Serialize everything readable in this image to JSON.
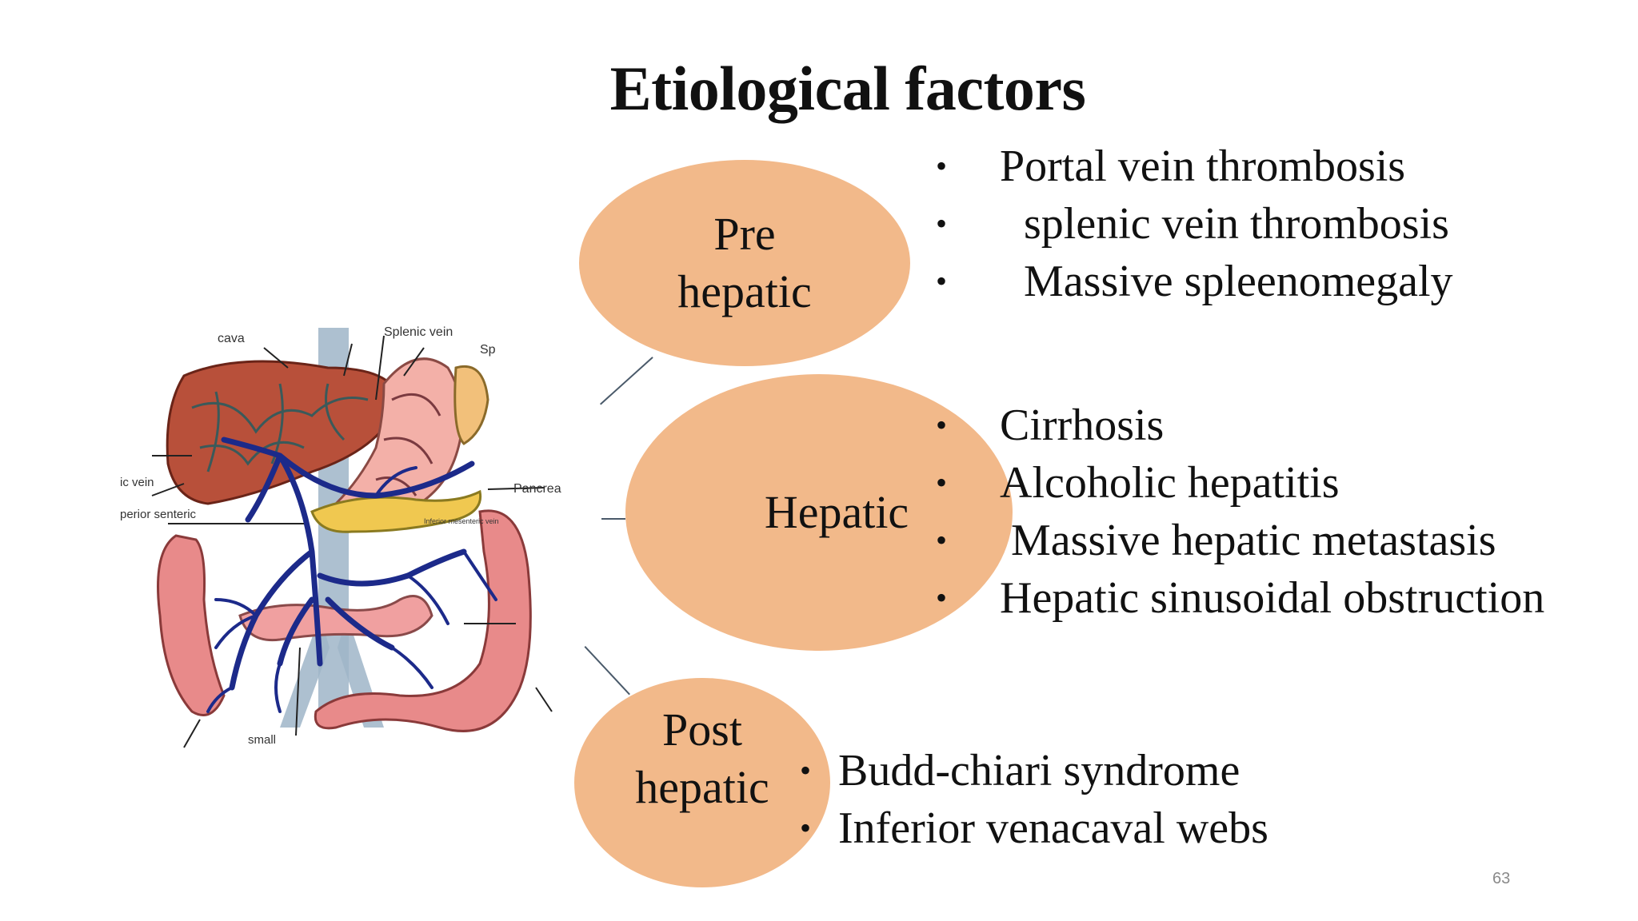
{
  "title": "Etiological factors",
  "categories": [
    {
      "id": "pre",
      "label": "Pre\nhepatic",
      "causes": [
        "Portal vein thrombosis",
        "splenic vein thrombosis",
        "Massive spleenomegaly"
      ]
    },
    {
      "id": "hepatic",
      "label": "Hepatic",
      "causes": [
        "Cirrhosis",
        "Alcoholic hepatitis",
        "Massive hepatic metastasis",
        "Hepatic sinusoidal obstruction"
      ]
    },
    {
      "id": "post",
      "label": "Post\nhepatic",
      "causes": [
        "Budd-chiari syndrome",
        "Inferior venacaval webs"
      ]
    }
  ],
  "bullet_char": "•",
  "anatomy_labels": {
    "cava": "cava",
    "splenic_vein": "Splenic vein",
    "pancrea": "Pancrea",
    "inferior_mesenteric_vein": "Inferior mesenteric vein",
    "small": "small",
    "partial_left_1": "ic vein",
    "partial_left_2": "perior senteric",
    "partial_sp": "Sp"
  },
  "colors": {
    "ellipse_fill": "#f2b98a",
    "liver": "#b8503a",
    "vein": "#1c2a8a",
    "intestine": "#e88a8a",
    "stomach": "#f3b0a8",
    "vena_cava": "#9fb5c8",
    "pancreas": "#f0c850"
  },
  "page_number": "63"
}
